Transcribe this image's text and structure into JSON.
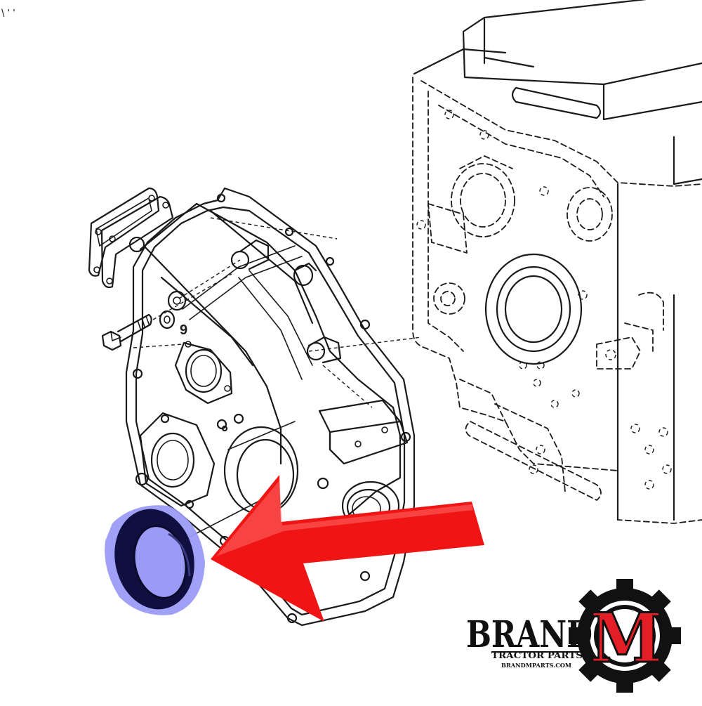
{
  "diagram": {
    "corner_mark": "\\ ' '",
    "part_number_label": "9"
  },
  "logo": {
    "brand_word": "BRAND",
    "brand_letter": "M",
    "tagline": "TRACTOR PARTS",
    "website": "BRANDMPARTS.COM"
  },
  "colors": {
    "arrow": "#f01414",
    "highlight": "#9b9bf5",
    "seal": "#101040",
    "logo_dark": "#111111",
    "logo_red": "#e41e26",
    "background": "#ffffff"
  }
}
